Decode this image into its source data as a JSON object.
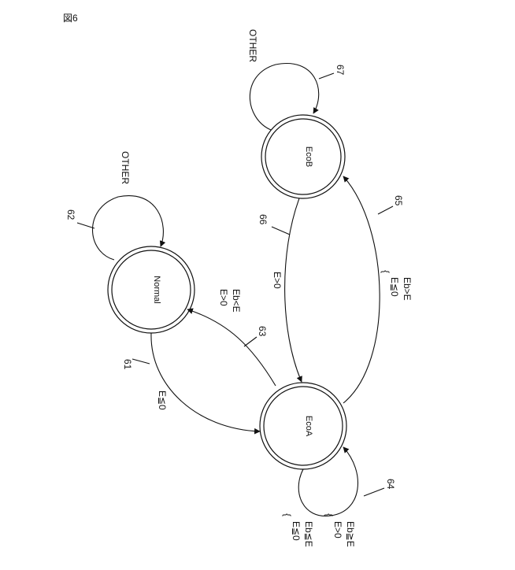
{
  "figure_label": "図6",
  "states": {
    "normal": "Normal",
    "ecoa": "EcoA",
    "ecob": "EcoB"
  },
  "transitions": {
    "t61": {
      "ref": "61",
      "cond": "E≦0"
    },
    "t62": {
      "ref": "62",
      "cond": "OTHER"
    },
    "t63": {
      "ref": "63",
      "cond1": "E>0",
      "cond2": "Eb<E"
    },
    "t64": {
      "ref": "64",
      "cond1a": "E≦0",
      "cond1b": "Eb≦E",
      "cond2a": "E>0",
      "cond2b": "Eb≧E"
    },
    "t65": {
      "ref": "65",
      "cond1": "E≦0",
      "cond2": "Eb>E"
    },
    "t66": {
      "ref": "66",
      "cond": "E>0"
    },
    "t67": {
      "ref": "67",
      "cond": "OTHER"
    }
  }
}
